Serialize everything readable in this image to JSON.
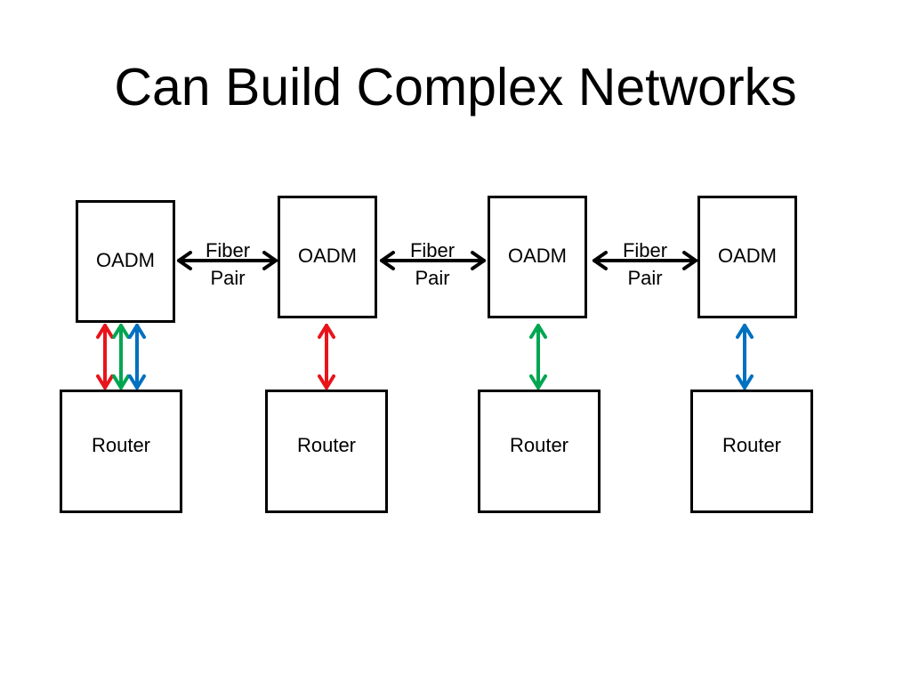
{
  "title": "Can Build Complex Networks",
  "oadms": [
    {
      "label": "OADM"
    },
    {
      "label": "OADM"
    },
    {
      "label": "OADM"
    },
    {
      "label": "OADM"
    }
  ],
  "routers": [
    {
      "label": "Router"
    },
    {
      "label": "Router"
    },
    {
      "label": "Router"
    },
    {
      "label": "Router"
    }
  ],
  "fiber_links": [
    {
      "label_line1": "Fiber",
      "label_line2": "Pair",
      "from": 0,
      "to": 1
    },
    {
      "label_line1": "Fiber",
      "label_line2": "Pair",
      "from": 1,
      "to": 2
    },
    {
      "label_line1": "Fiber",
      "label_line2": "Pair",
      "from": 2,
      "to": 3
    }
  ],
  "wavelength_links": [
    {
      "oadm": 0,
      "router": 0,
      "color": "#e8141a",
      "color_name": "red"
    },
    {
      "oadm": 0,
      "router": 0,
      "color": "#00a651",
      "color_name": "green"
    },
    {
      "oadm": 0,
      "router": 0,
      "color": "#0070c0",
      "color_name": "blue"
    },
    {
      "oadm": 1,
      "router": 1,
      "color": "#e8141a",
      "color_name": "red"
    },
    {
      "oadm": 2,
      "router": 2,
      "color": "#00a651",
      "color_name": "green"
    },
    {
      "oadm": 3,
      "router": 3,
      "color": "#0070c0",
      "color_name": "blue"
    }
  ],
  "fiber_color": "#000000"
}
